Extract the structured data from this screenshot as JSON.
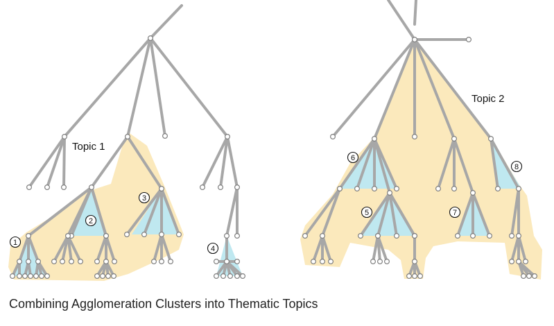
{
  "caption": "Combining Agglomeration Clusters into Thematic Topics",
  "colors": {
    "topic_region": "#fbe9bc",
    "cluster": "#bfe8f0",
    "edge": "#a7a7a7",
    "node_stroke": "#7f7f7f"
  },
  "topics": [
    {
      "label": "Topic 1"
    },
    {
      "label": "Topic 2"
    }
  ],
  "clusters": [
    {
      "label": "1"
    },
    {
      "label": "2"
    },
    {
      "label": "3"
    },
    {
      "label": "4"
    },
    {
      "label": "5"
    },
    {
      "label": "6"
    },
    {
      "label": "7"
    },
    {
      "label": "8"
    }
  ]
}
